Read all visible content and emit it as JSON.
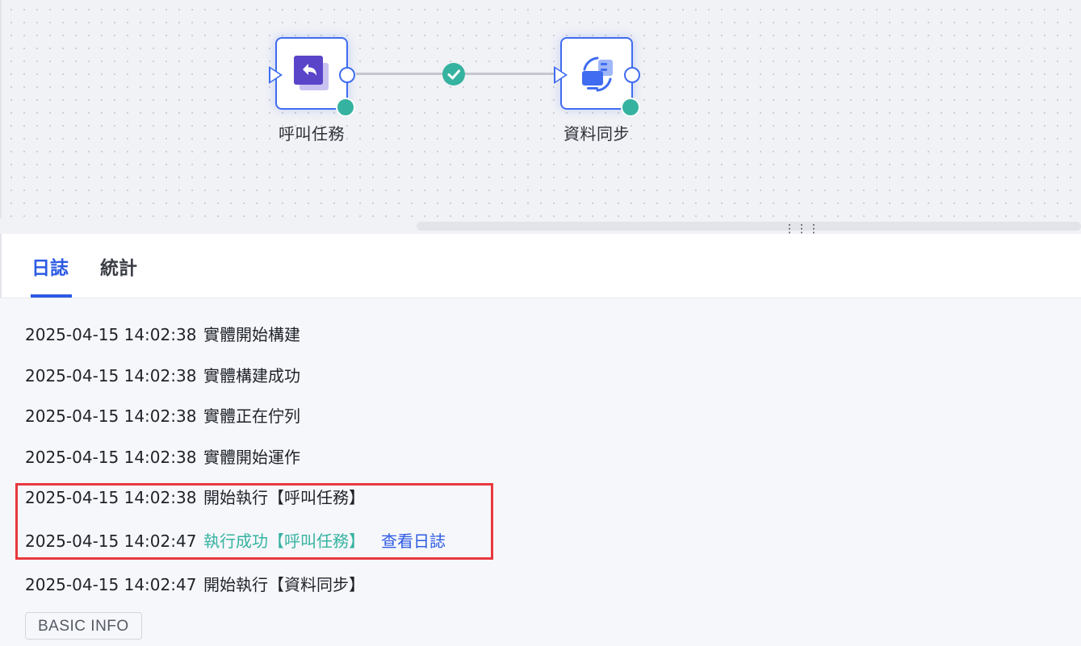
{
  "workflow": {
    "nodes": [
      {
        "label": "呼叫任務",
        "icon": "callback-task-icon",
        "status": "success",
        "icon_color": "#5a45c9"
      },
      {
        "label": "資料同步",
        "icon": "data-sync-icon",
        "status": "success",
        "icon_color": "#3f6cf0"
      }
    ],
    "edge": {
      "status_icon": "check-circle-icon",
      "status_color": "#36b3a0"
    }
  },
  "tabs": [
    {
      "label": "日誌",
      "active": true
    },
    {
      "label": "統計",
      "active": false
    }
  ],
  "log": {
    "entries": [
      {
        "time": "2025-04-15 14:02:38",
        "message": "實體開始構建"
      },
      {
        "time": "2025-04-15 14:02:38",
        "message": "實體構建成功"
      },
      {
        "time": "2025-04-15 14:02:38",
        "message": "實體正在佇列"
      },
      {
        "time": "2025-04-15 14:02:38",
        "message": "實體開始運作"
      },
      {
        "time": "2025-04-15 14:02:38",
        "message": "開始執行【呼叫任務】"
      },
      {
        "time": "2025-04-15 14:02:47",
        "message": "執行成功【呼叫任務】",
        "status": "success",
        "link": "查看日誌"
      },
      {
        "time": "2025-04-15 14:02:47",
        "message": "開始執行【資料同步】"
      }
    ]
  },
  "basic_info_button": "BASIC INFO",
  "colors": {
    "accent": "#2d5be3",
    "success": "#36b3a0",
    "highlight": "#e8383d"
  }
}
